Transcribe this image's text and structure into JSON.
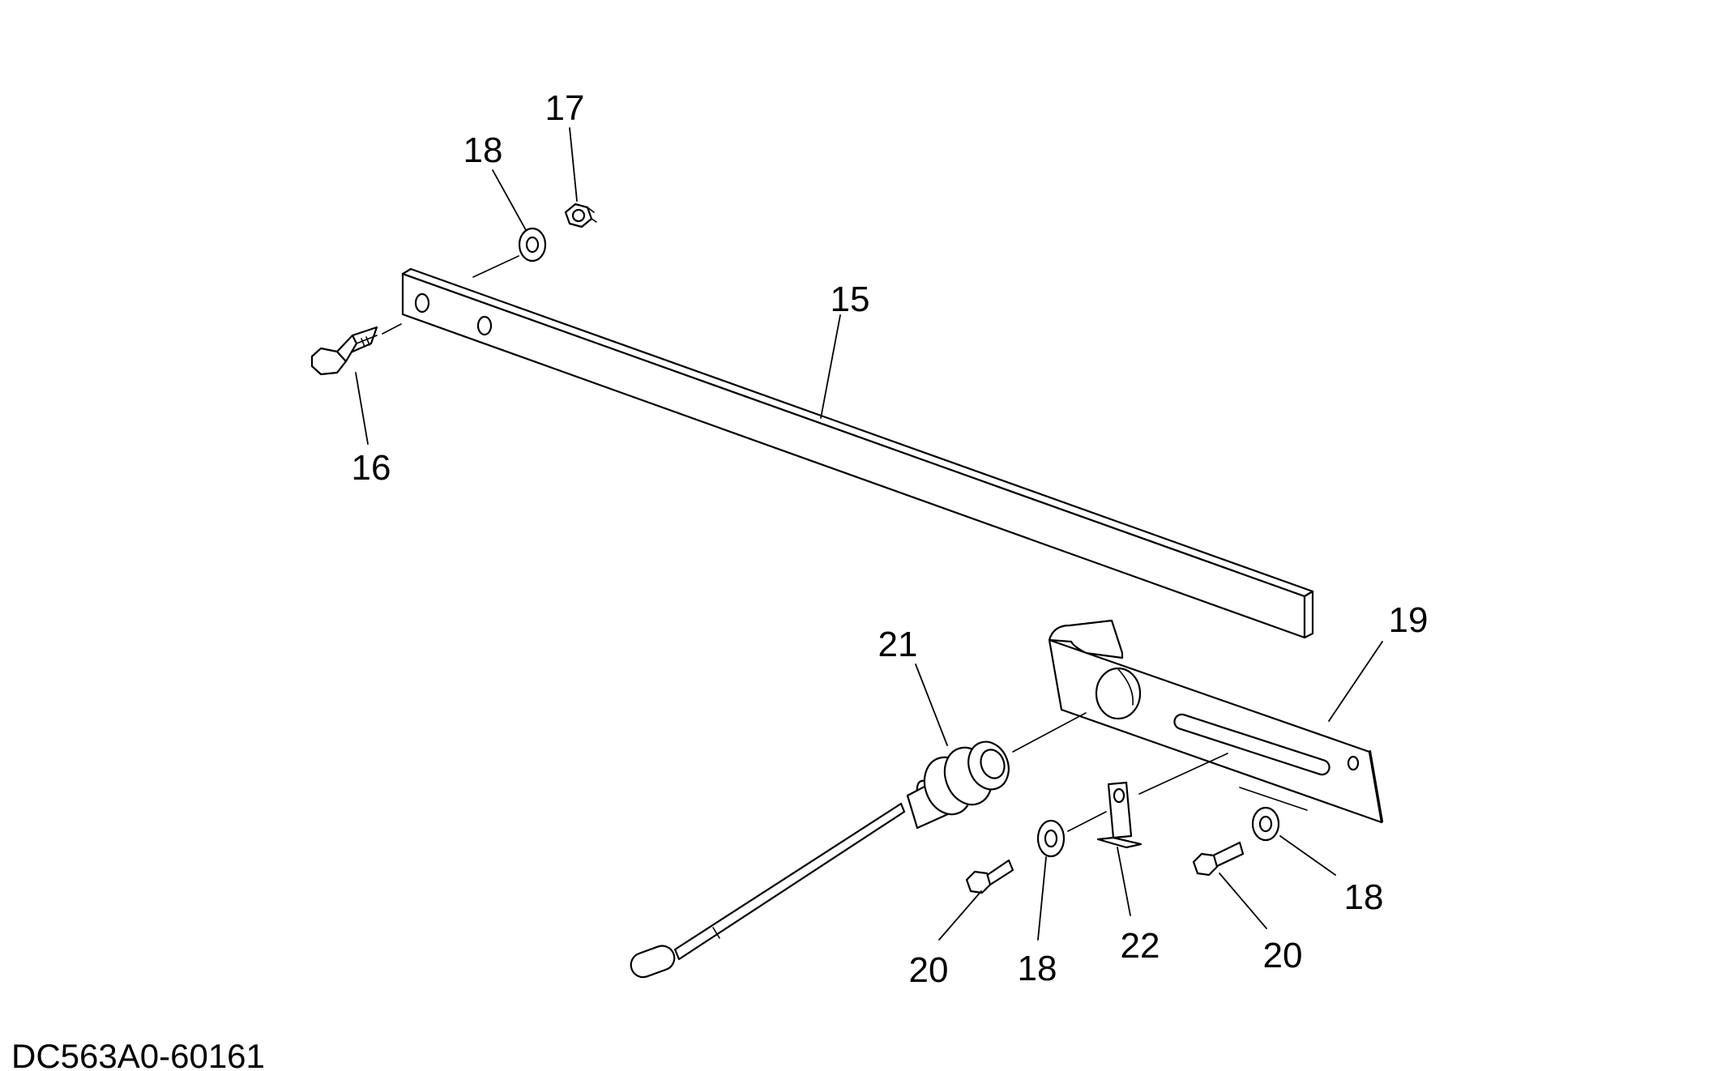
{
  "diagram": {
    "drawing_code": "DC563A0-60161",
    "callouts": {
      "c15": "15",
      "c16": "16",
      "c17": "17",
      "c18_top": "18",
      "c18_mid": "18",
      "c18_right": "18",
      "c19": "19",
      "c20_left": "20",
      "c20_right": "20",
      "c21": "21",
      "c22": "22"
    }
  }
}
